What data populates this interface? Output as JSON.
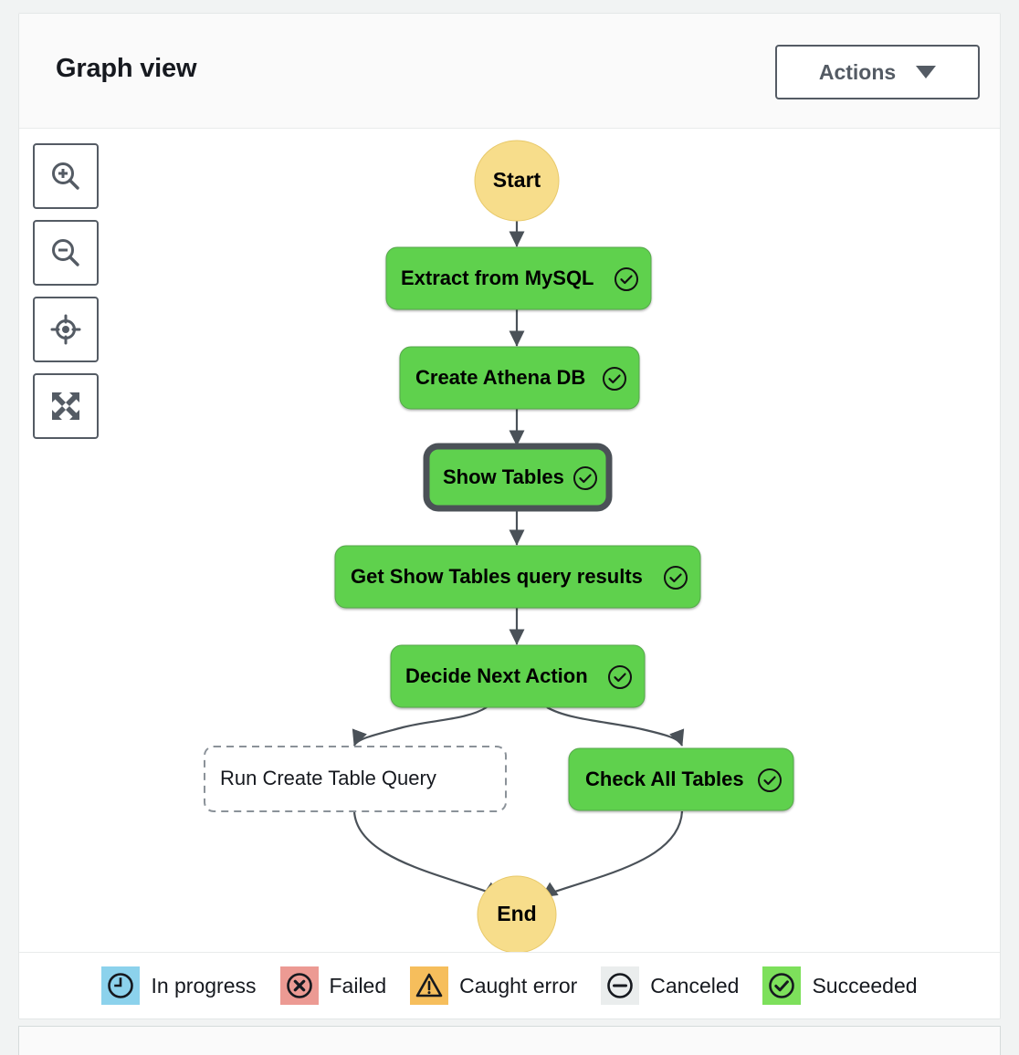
{
  "header": {
    "title": "Graph view",
    "actions_label": "Actions",
    "caret_icon": "chevron-down-icon"
  },
  "toolbar": {
    "buttons": [
      {
        "name": "zoom-in",
        "icon": "zoom-in-icon",
        "title": "Zoom in"
      },
      {
        "name": "zoom-out",
        "icon": "zoom-out-icon",
        "title": "Zoom out"
      },
      {
        "name": "center",
        "icon": "crosshair-target-icon",
        "title": "Center graph"
      },
      {
        "name": "fit",
        "icon": "expand-arrows-icon",
        "title": "Fit to screen"
      }
    ]
  },
  "graph": {
    "nodes": [
      {
        "id": "start",
        "label": "Start",
        "shape": "ellipse",
        "state": "terminal",
        "fill": "#F7DD8B"
      },
      {
        "id": "extract",
        "label": "Extract from MySQL",
        "shape": "rounded-rect",
        "state": "succeeded",
        "fill": "#5FD14E",
        "status_icon": "check-circle-icon"
      },
      {
        "id": "create-athena-db",
        "label": "Create Athena DB",
        "shape": "rounded-rect",
        "state": "succeeded",
        "fill": "#5FD14E",
        "status_icon": "check-circle-icon"
      },
      {
        "id": "show-tables",
        "label": "Show Tables",
        "shape": "rounded-rect",
        "state": "succeeded",
        "fill": "#5FD14E",
        "status_icon": "check-circle-icon",
        "selected": true
      },
      {
        "id": "get-show-tables-query-results",
        "label": "Get Show Tables query results",
        "shape": "rounded-rect",
        "state": "succeeded",
        "fill": "#5FD14E",
        "status_icon": "check-circle-icon"
      },
      {
        "id": "decide-next-action",
        "label": "Decide Next Action",
        "shape": "rounded-rect",
        "state": "succeeded",
        "fill": "#5FD14E",
        "status_icon": "check-circle-icon"
      },
      {
        "id": "run-create-table-query",
        "label": "Run Create Table Query",
        "shape": "rounded-rect-dashed",
        "state": "not-run",
        "fill": "#FFFFFF"
      },
      {
        "id": "check-all-tables",
        "label": "Check All Tables",
        "shape": "rounded-rect",
        "state": "succeeded",
        "fill": "#5FD14E",
        "status_icon": "check-circle-icon"
      },
      {
        "id": "end",
        "label": "End",
        "shape": "ellipse",
        "state": "terminal",
        "fill": "#F7DD8B"
      }
    ],
    "edges": [
      {
        "from": "start",
        "to": "extract"
      },
      {
        "from": "extract",
        "to": "create-athena-db"
      },
      {
        "from": "create-athena-db",
        "to": "show-tables"
      },
      {
        "from": "show-tables",
        "to": "get-show-tables-query-results"
      },
      {
        "from": "get-show-tables-query-results",
        "to": "decide-next-action"
      },
      {
        "from": "decide-next-action",
        "to": "run-create-table-query"
      },
      {
        "from": "decide-next-action",
        "to": "check-all-tables"
      },
      {
        "from": "run-create-table-query",
        "to": "end"
      },
      {
        "from": "check-all-tables",
        "to": "end"
      }
    ]
  },
  "legend": {
    "items": [
      {
        "label": "In progress",
        "icon": "clock-icon",
        "color": "#8CD2EC"
      },
      {
        "label": "Failed",
        "icon": "x-circle-icon",
        "color": "#EC9A93"
      },
      {
        "label": "Caught error",
        "icon": "warning-triangle-icon",
        "color": "#F6BE5C"
      },
      {
        "label": "Canceled",
        "icon": "minus-circle-icon",
        "color": "#EAEDED"
      },
      {
        "label": "Succeeded",
        "icon": "check-circle-icon",
        "color": "#7DE05B"
      }
    ]
  }
}
